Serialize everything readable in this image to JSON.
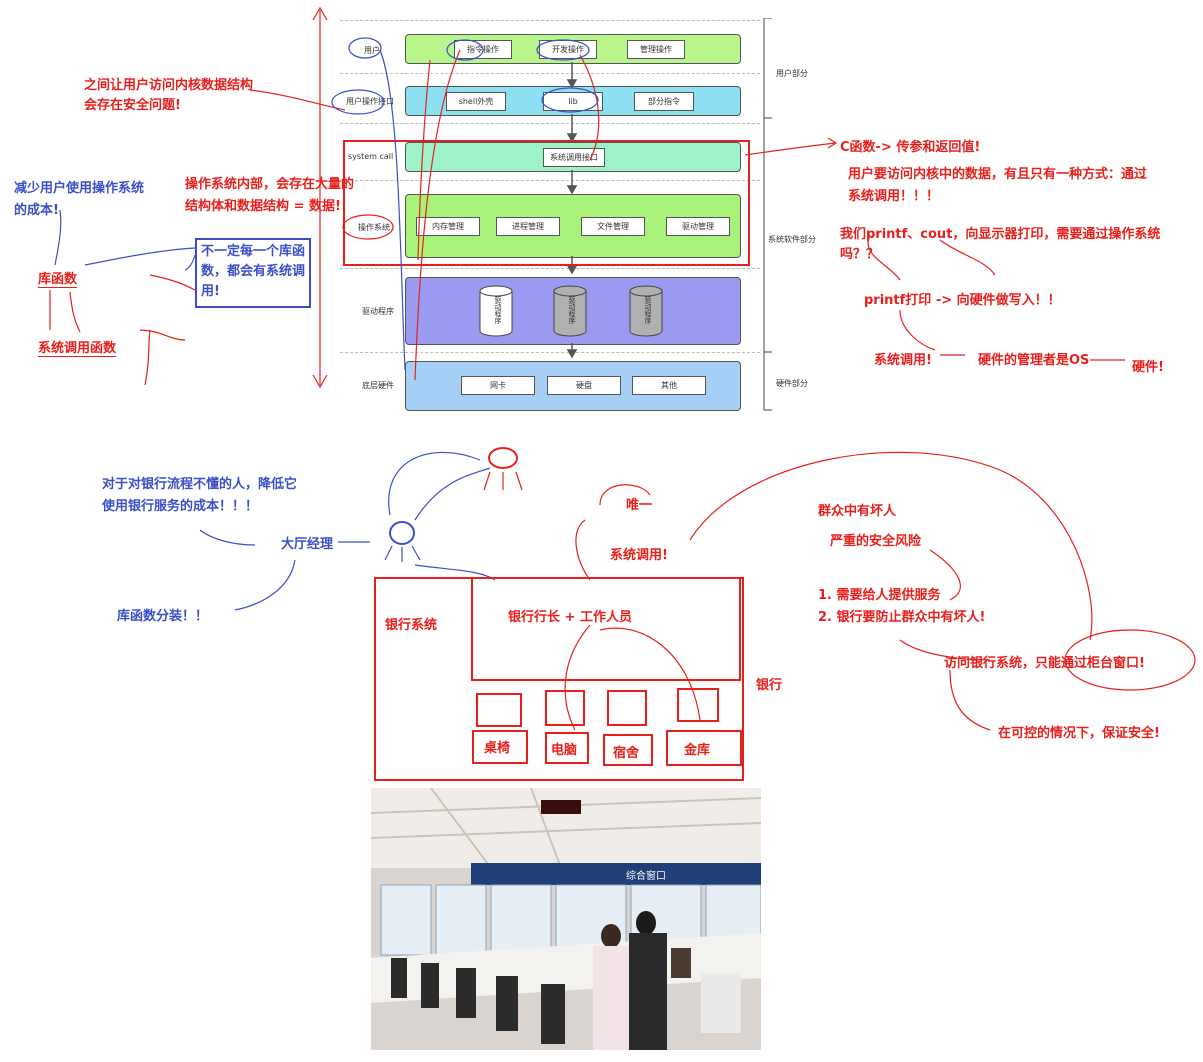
{
  "diagram": {
    "layers": {
      "user": {
        "label": "用户",
        "items": [
          "指令操作",
          "开发操作",
          "管理操作"
        ]
      },
      "user_interface": {
        "label": "用户操作接口",
        "items": [
          "shell外壳",
          "lib",
          "部分指令"
        ]
      },
      "syscall": {
        "label": "system call",
        "item": "系统调用接口"
      },
      "os": {
        "label": "操作系统",
        "items": [
          "内存管理",
          "进程管理",
          "文件管理",
          "驱动管理"
        ]
      },
      "drivers": {
        "label": "驱动程序",
        "items": [
          "驱动程序",
          "驱动程序",
          "驱动程序"
        ]
      },
      "hardware": {
        "label": "底层硬件",
        "items": [
          "网卡",
          "硬盘",
          "其他"
        ]
      }
    },
    "side_labels": {
      "user_part": "用户部分",
      "system_part": "系统软件部分",
      "hardware_part": "硬件部分"
    },
    "colors": {
      "user": "#b8f58a",
      "interface": "#8de0f2",
      "syscall": "#9ef2c8",
      "os": "#a8f27a",
      "drivers": "#9a9af0",
      "hardware": "#a5cff5"
    }
  },
  "annotations_top": {
    "security_issue": [
      "之间让用户访问内核数据结构",
      "会存在安全问题!"
    ],
    "reduce_cost": [
      "减少用户使用操作系统",
      "的成本!"
    ],
    "os_internal": [
      "操作系统内部，会存在大量的",
      "结构体和数据结构 = 数据!"
    ],
    "lib_func": "库函数",
    "syscall_func": "系统调用函数",
    "not_every": [
      "不一定每一个库函",
      "数，都会有系统调",
      "用!"
    ],
    "c_func": "C函数-> 传参和返回值!",
    "only_way": [
      "用户要访问内核中的数据，有且只有一种方式：通过",
      "系统调用！！！"
    ],
    "printf_q": [
      "我们printf、cout，向显示器打印，需要通过操作系统",
      "吗？？"
    ],
    "printf_hw": "printf打印 -> 向硬件做写入！！",
    "syscall_label": "系统调用!",
    "os_manager": "硬件的管理者是OS",
    "hardware": "硬件!"
  },
  "annotations_bottom": {
    "lower_cost": [
      "对于对银行流程不懂的人，降低它",
      "使用银行服务的成本！！！"
    ],
    "lobby_manager": "大厅经理",
    "lib_wrap": "库函数分装！！",
    "unique": "唯一",
    "syscall": "系统调用!",
    "bank_system": "银行系统",
    "president_staff": "银行行长 + 工作人员",
    "bank": "银行",
    "desk": "桌椅",
    "computer": "电脑",
    "dorm": "宿舍",
    "vault": "金库",
    "bad_people": "群众中有坏人",
    "serious_risk": "严重的安全风险",
    "need_service": "1. 需要给人提供服务",
    "prevent_bad": "2. 银行要防止群众中有坏人!",
    "counter_only": "访问银行系统，只能通过柜台窗口!",
    "controlled": "在可控的情况下，保证安全!"
  },
  "photo": {
    "window_sign": "综合窗口"
  }
}
